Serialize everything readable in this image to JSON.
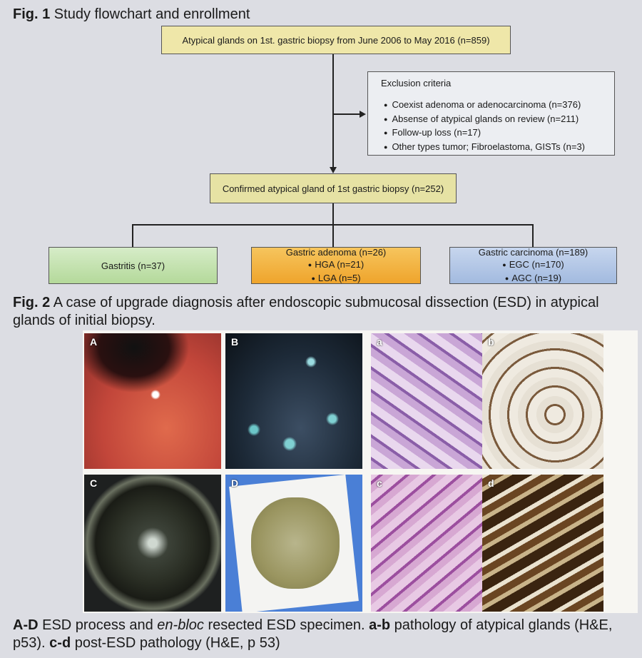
{
  "fig1": {
    "label": "Fig. 1",
    "title": "Study flowchart and enrollment",
    "top_box": "Atypical glands on 1st. gastric biopsy from June 2006 to May 2016 (n=859)",
    "exclusion": {
      "heading": "Exclusion criteria",
      "items": [
        "Coexist adenoma or adenocarcinoma (n=376)",
        "Absense of atypical glands on review (n=211)",
        "Follow-up loss (n=17)",
        "Other types tumor; Fibroelastoma, GISTs (n=3)"
      ]
    },
    "confirmed_box": "Confirmed atypical gland of 1st gastric biopsy (n=252)",
    "gastritis": "Gastritis (n=37)",
    "adenoma": {
      "title": "Gastric adenoma (n=26)",
      "items": [
        "HGA (n=21)",
        "LGA (n=5)"
      ]
    },
    "carcinoma": {
      "title": "Gastric carcinoma (n=189)",
      "items": [
        "EGC (n=170)",
        "AGC (n=19)"
      ]
    }
  },
  "fig2": {
    "label": "Fig. 2",
    "title": "A case of upgrade diagnosis after endoscopic submucosal dissection (ESD) in atypical glands of initial biopsy.",
    "panels": [
      "A",
      "B",
      "a",
      "b",
      "C",
      "D",
      "c",
      "d"
    ],
    "caption": {
      "p1_bold": "A-D",
      "p1_text": " ESD process and ",
      "p1_italic": "en-bloc",
      "p1_text2": " resected ESD specimen. ",
      "p2_bold": "a-b",
      "p2_text": " pathology of atypical glands (H&E, p53). ",
      "p3_bold": "c-d",
      "p3_text": " post-ESD pathology (H&E, p 53)"
    }
  }
}
